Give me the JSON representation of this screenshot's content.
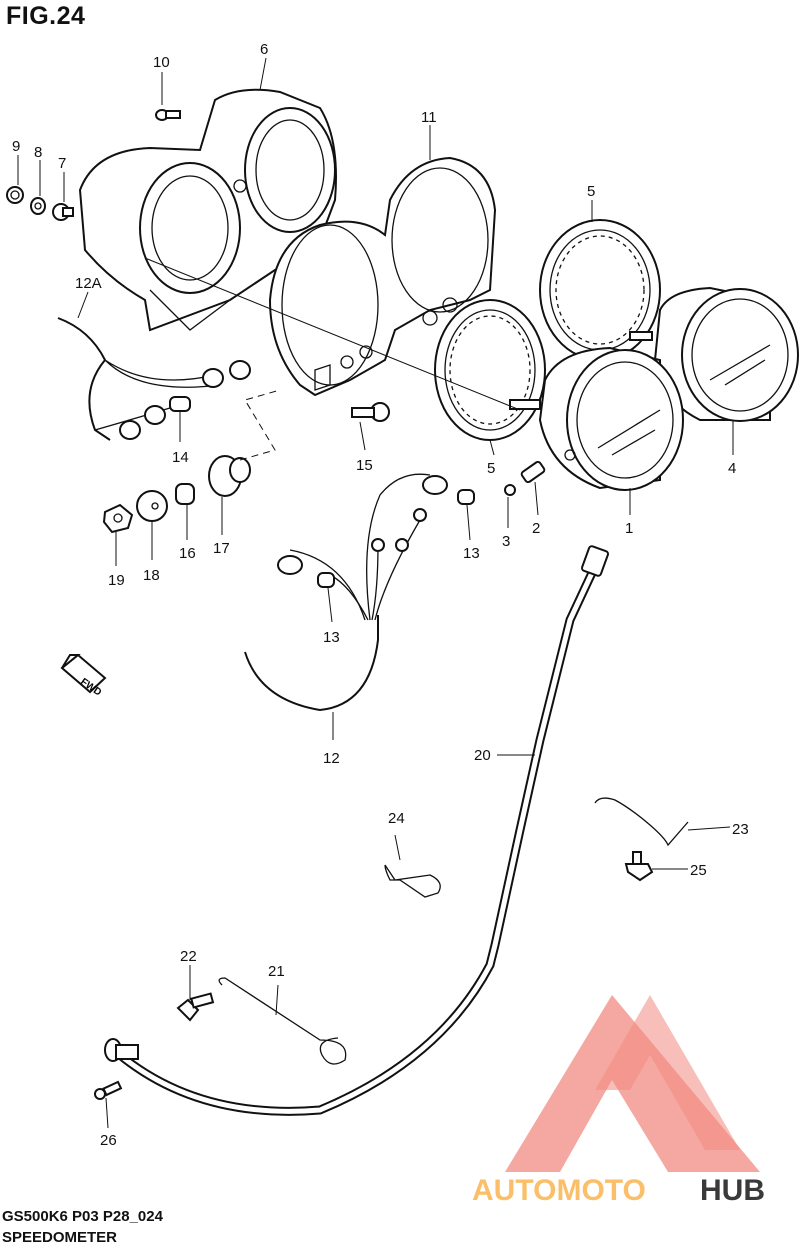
{
  "header": {
    "title": "FIG.24"
  },
  "footer": {
    "model_code": "GS500K6 P03 P28_024",
    "section_name": "SPEEDOMETER"
  },
  "watermark": {
    "text_a": "AUTOMOTO",
    "text_b": "HUB",
    "color_primary": "#f28b82",
    "color_accent": "#fbbf6a",
    "color_dark": "#3a3a3a"
  },
  "direction_marker": "FWD",
  "callouts": {
    "p1": "1",
    "p2": "2",
    "p3": "3",
    "p4": "4",
    "p5a": "5",
    "p5b": "5",
    "p6": "6",
    "p7": "7",
    "p8": "8",
    "p9": "9",
    "p10": "10",
    "p11": "11",
    "p12": "12",
    "p12a": "12A",
    "p13a": "13",
    "p13b": "13",
    "p14": "14",
    "p15": "15",
    "p16": "16",
    "p17": "17",
    "p18": "18",
    "p19": "19",
    "p20": "20",
    "p21": "21",
    "p22": "22",
    "p23": "23",
    "p24": "24",
    "p25": "25",
    "p26": "26"
  }
}
